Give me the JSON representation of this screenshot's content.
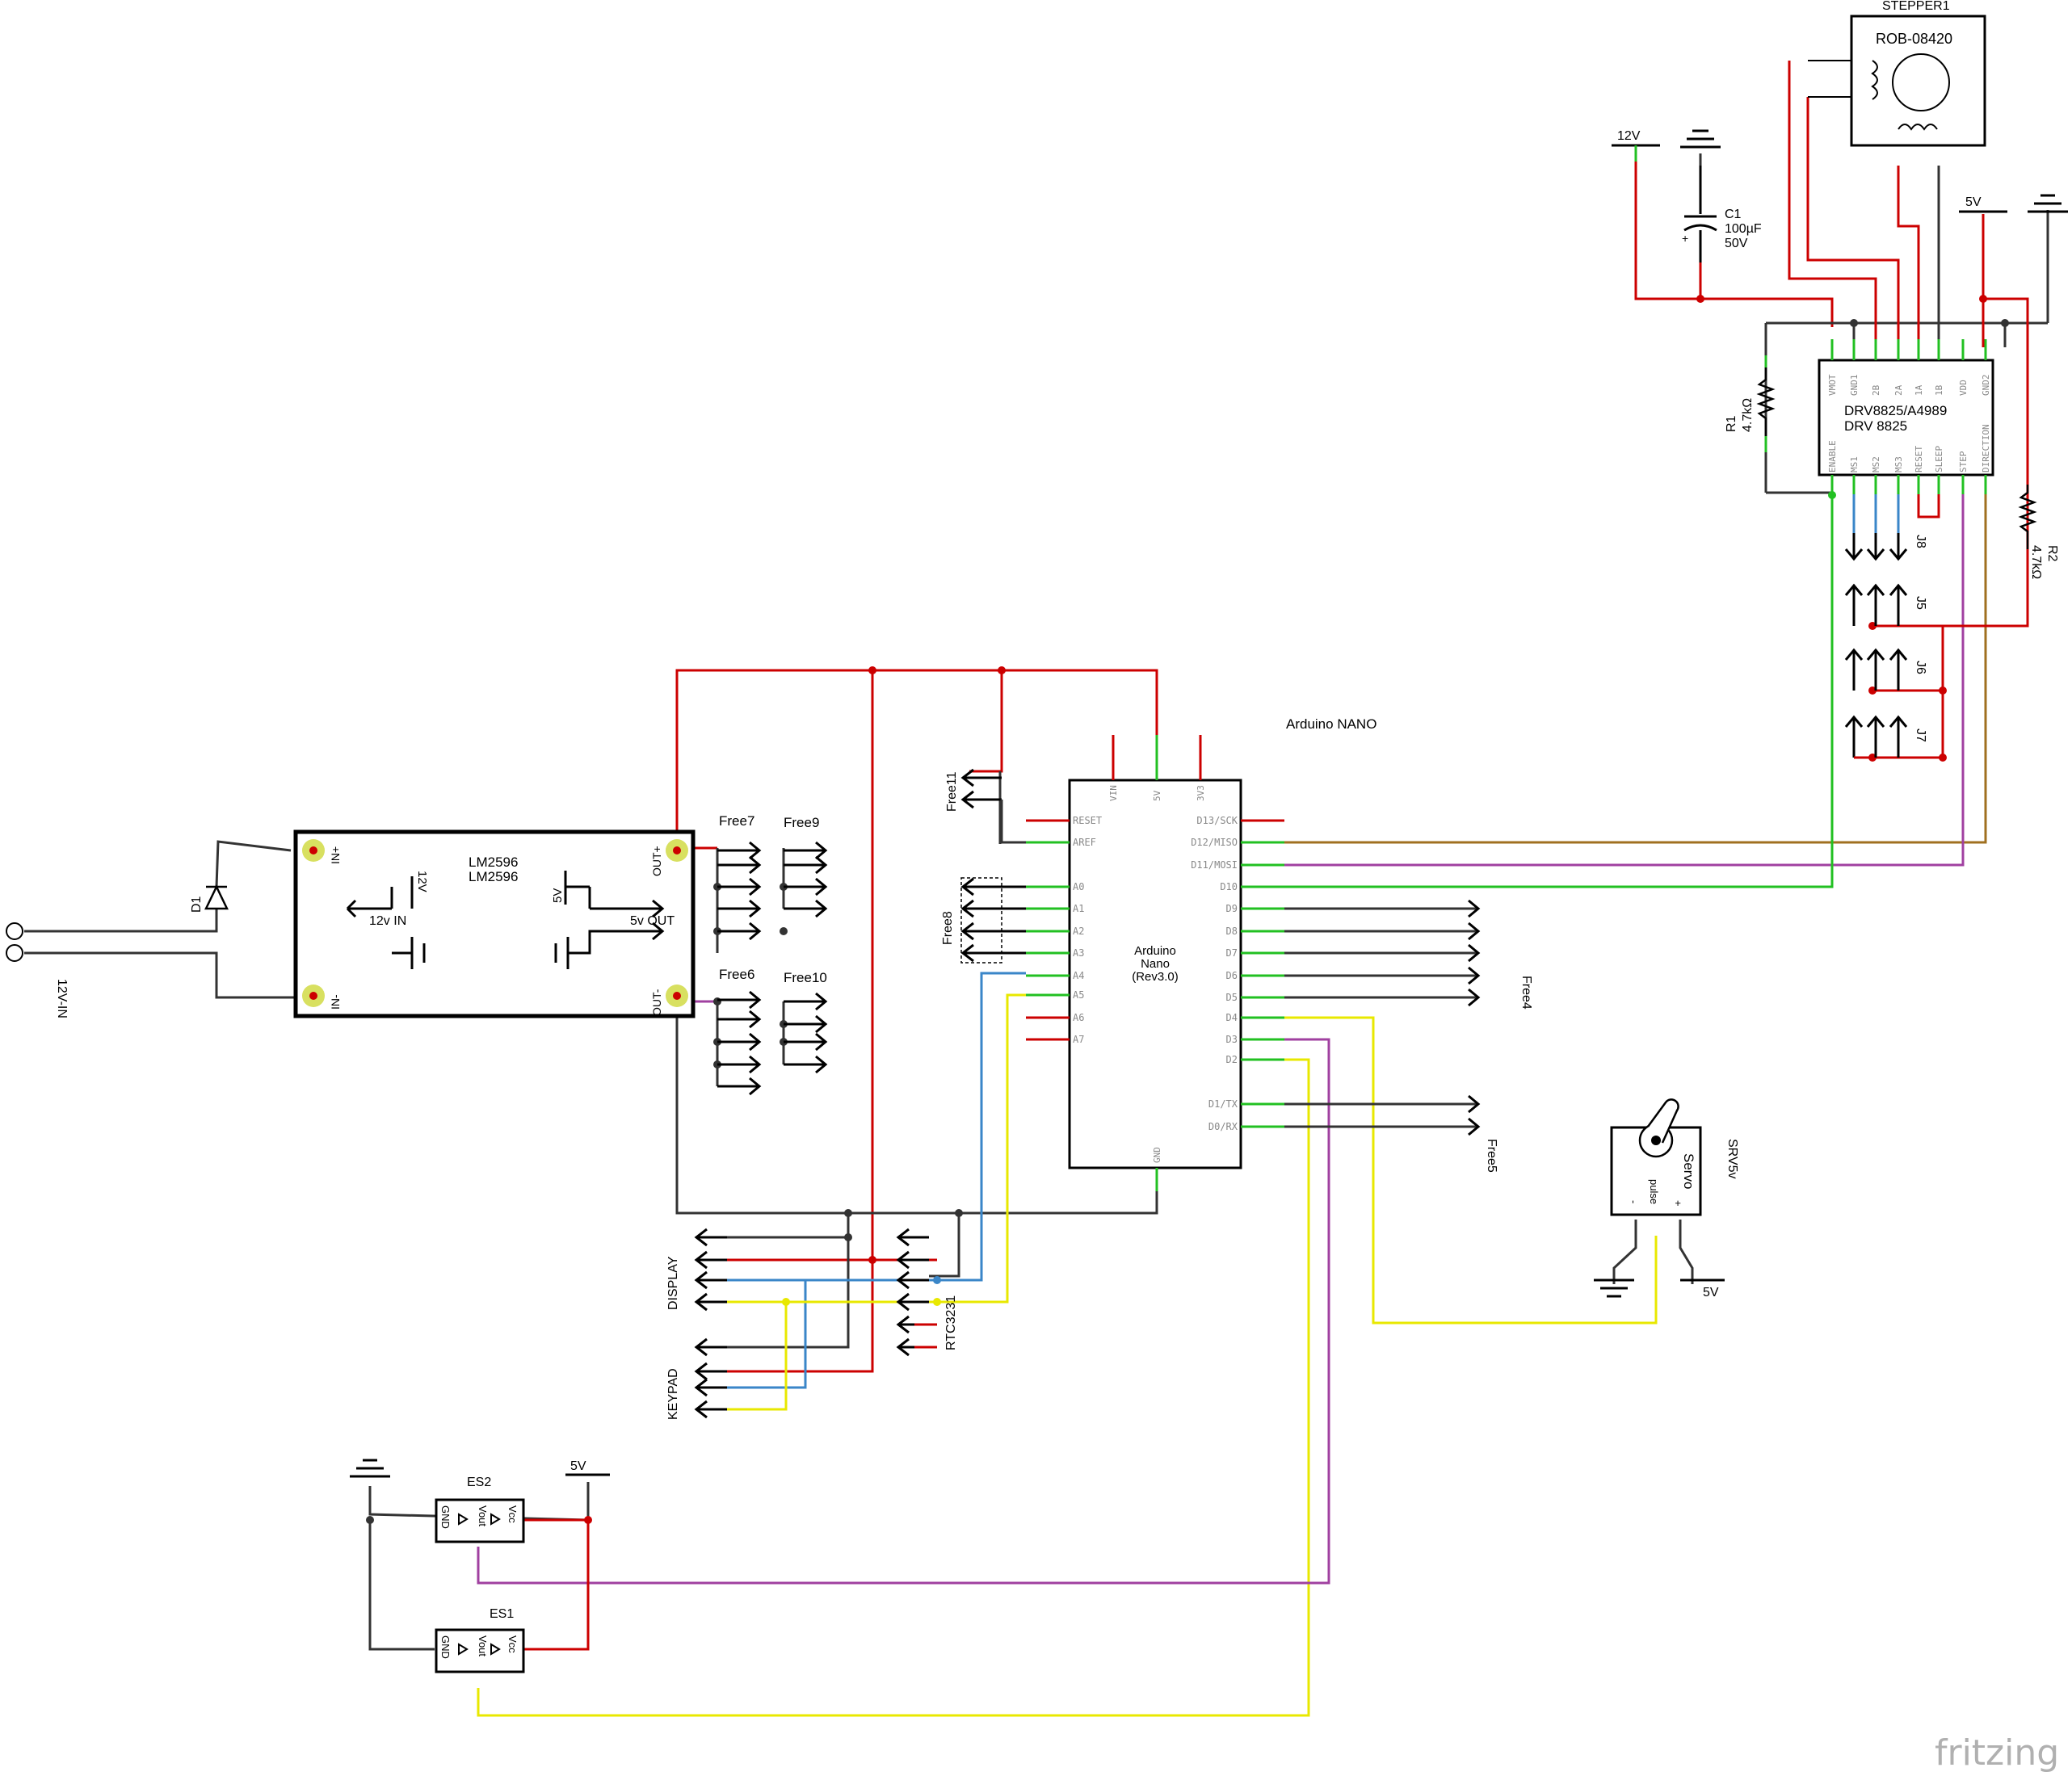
{
  "colors": {
    "power": "#cc0000",
    "wire": "#333333",
    "blue": "#3a86c8",
    "yellow": "#e8e800",
    "purple": "#a040a0",
    "brown": "#a07020",
    "green": "#22c022",
    "pinred": "#cc0000",
    "terminal": "#c8d400"
  },
  "labels": {
    "stepper_name": "STEPPER1",
    "stepper_part": "ROB-08420",
    "v12_top": "12V",
    "cap_name": "C1",
    "cap_value": "100µF",
    "cap_volt": "50V",
    "v5_top": "5V",
    "driver_name1": "DRV8825/A4989",
    "driver_name2": "DRV 8825",
    "r1_name": "R1",
    "r1_value": "4.7kΩ",
    "r2_name": "R2",
    "r2_value": "4.7kΩ",
    "j8": "J8",
    "j5": "J5",
    "j6": "J6",
    "j7": "J7",
    "arduino_title": "Arduino NANO",
    "arduino_body1": "Arduino",
    "arduino_body2": "Nano",
    "arduino_body3": "(Rev3.0)",
    "free11": "Free11",
    "free8": "Free8",
    "free7": "Free7",
    "free9": "Free9",
    "free6": "Free6",
    "free10": "Free10",
    "free4": "Free4",
    "free5": "Free5",
    "lm_name1": "LM2596",
    "lm_name2": "LM2596",
    "in_plus": "IN+",
    "in_minus": "IN-",
    "out_plus": "OUT+",
    "out_minus": "OUT-",
    "v12_lm": "12V",
    "v12_in": "12v IN",
    "v5_lm": "5V",
    "v5_out": "5v OUT",
    "d1": "D1",
    "v12_jack": "12V-IN",
    "display": "DISPLAY",
    "keypad": "KEYPAD",
    "rtc": "RTC3231",
    "servo_name": "SRV5v",
    "servo_title": "Servo",
    "servo_pulse": "pulse",
    "servo_minus": "-",
    "servo_plus": "+",
    "servo_5v": "5V",
    "es2": "ES2",
    "es1": "ES1",
    "es_5v": "5V",
    "es_gnd": "GND",
    "es_vout": "Vout",
    "es_vcc": "Vcc",
    "watermark": "fritzing"
  },
  "pins": {
    "nano_left": [
      "RESET",
      "AREF",
      "A0",
      "A1",
      "A2",
      "A3",
      "A4",
      "A5",
      "A6",
      "A7"
    ],
    "nano_right": [
      "D13/SCK",
      "D12/MISO",
      "D11/MOSI",
      "D10",
      "D9",
      "D8",
      "D7",
      "D6",
      "D5",
      "D4",
      "D3",
      "D2",
      "D1/TX",
      "D0/RX"
    ],
    "nano_top": [
      "VIN",
      "5V",
      "3V3"
    ],
    "nano_bottom": "GND",
    "driver_top": [
      "VMOT",
      "GND1",
      "2B",
      "2A",
      "1A",
      "1B",
      "VDD",
      "GND2"
    ],
    "driver_bottom": [
      "ENABLE",
      "MS1",
      "MS2",
      "MS3",
      "RESET",
      "SLEEP",
      "STEP",
      "DIRECTION"
    ]
  }
}
